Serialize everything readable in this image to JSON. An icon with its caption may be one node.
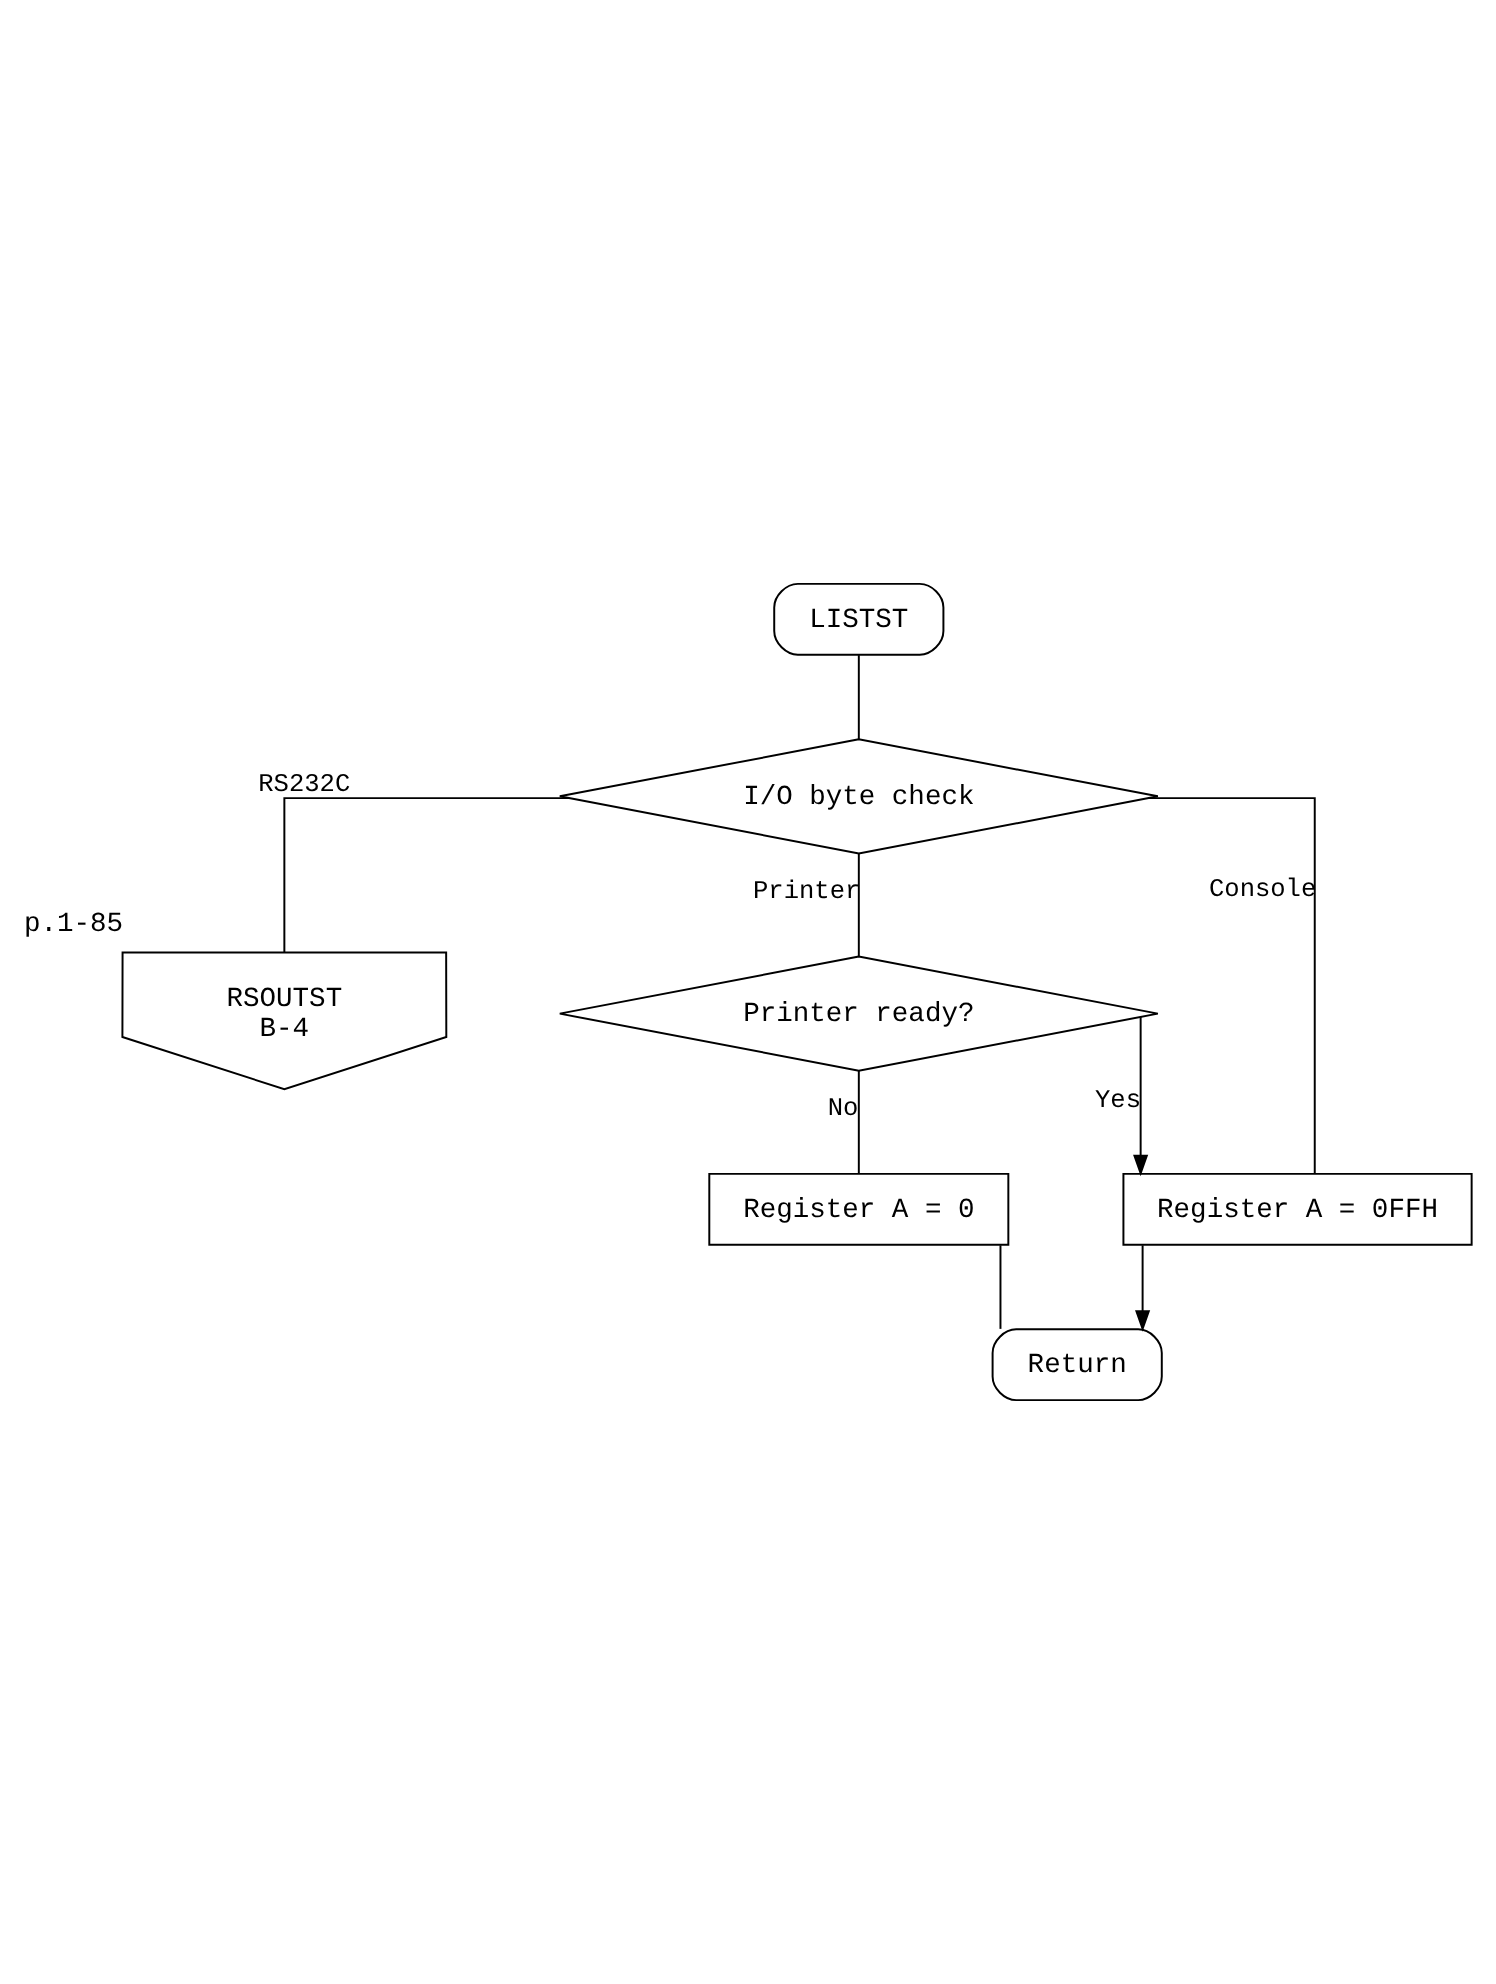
{
  "diagram": {
    "nodes": [
      {
        "text": [
          "LISTST"
        ]
      },
      {
        "text": [
          "I/O byte check"
        ]
      },
      {
        "text": [
          "RSOUTST",
          "B-4"
        ],
        "beside": [
          "p.1-85"
        ]
      },
      {
        "text": [
          "Printer ready?"
        ]
      },
      {
        "text": [
          "Register A = 0"
        ]
      },
      {
        "text": [
          "Register A = 0FFH"
        ]
      },
      {
        "text": [
          "Return"
        ]
      }
    ],
    "edges": [
      {
        "from": 0,
        "to": 1,
        "arrow": "none"
      },
      {
        "from": 1,
        "to": 2,
        "label": "RS232C",
        "arrow": "none"
      },
      {
        "from": 1,
        "to": 3,
        "label": "Printer",
        "arrow": "none"
      },
      {
        "from": 1,
        "to": 5,
        "label": "Console",
        "arrow": "none"
      },
      {
        "from": 3,
        "to": 5,
        "label": "Yes",
        "arrow": "to"
      },
      {
        "from": 3,
        "to": 4,
        "label": "No",
        "arrow": "none"
      },
      {
        "from": 4,
        "to": 6,
        "arrow": "none"
      },
      {
        "from": 5,
        "to": 6,
        "arrow": "to"
      }
    ]
  }
}
